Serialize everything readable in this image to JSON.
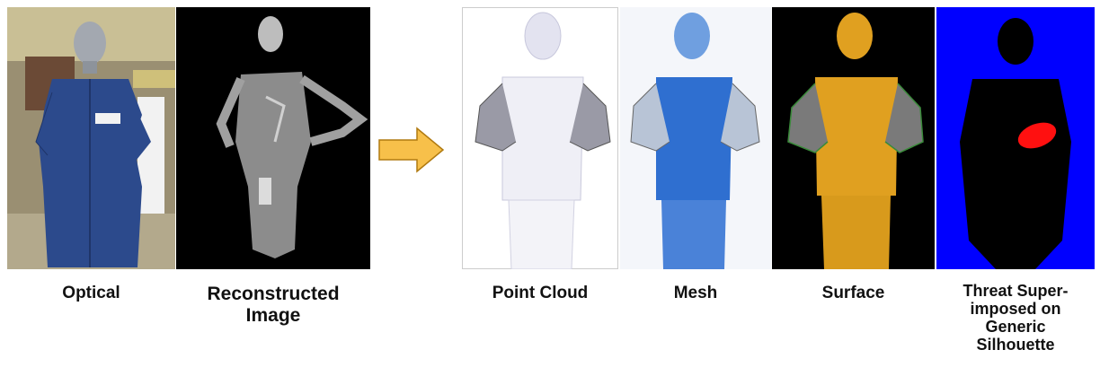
{
  "panels": {
    "optical": {
      "caption": "Optical"
    },
    "reconstructed": {
      "caption": "Reconstructed\nImage"
    },
    "point_cloud": {
      "caption": "Point Cloud"
    },
    "mesh": {
      "caption": "Mesh"
    },
    "surface": {
      "caption": "Surface"
    },
    "threat": {
      "caption": "Threat Super-\nimposed on\nGeneric\nSilhouette"
    }
  },
  "colors": {
    "arrow_fill": "#f7c04a",
    "arrow_stroke": "#b07a10",
    "mesh_blue": "#2f6fd0",
    "surface_gold": "#e0a020",
    "threat_background": "#0000ff",
    "threat_red": "#ff1010"
  }
}
